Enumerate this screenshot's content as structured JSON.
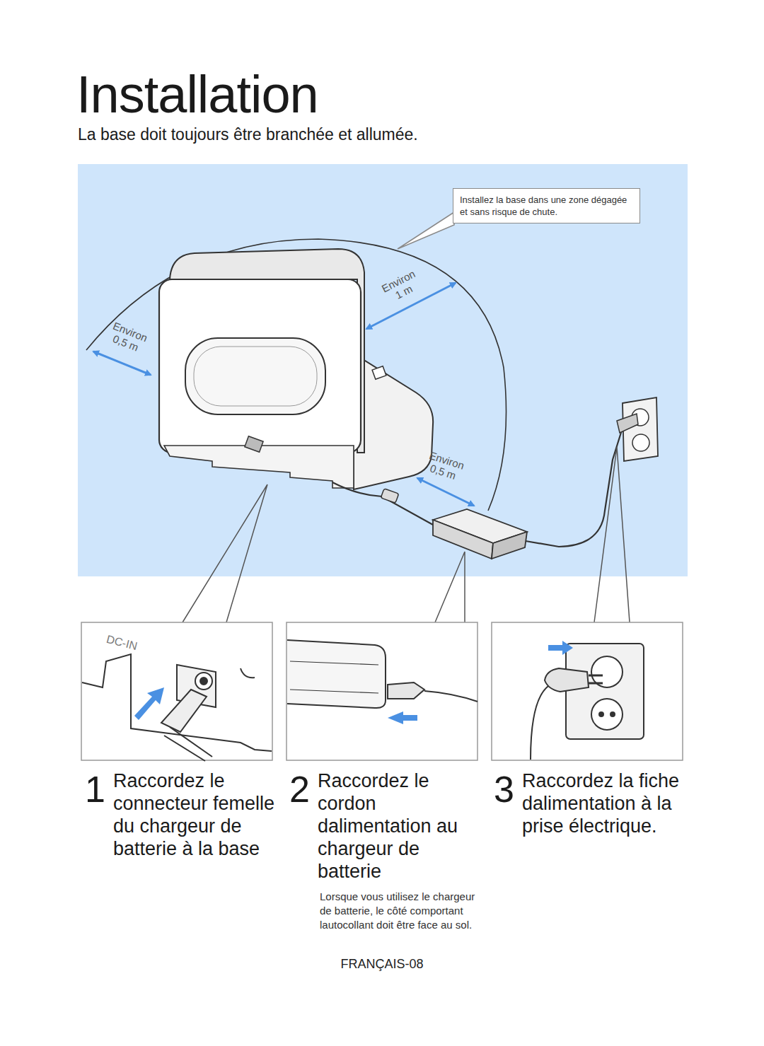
{
  "diagram": {
    "title": "Installation",
    "nodes": [
      {
        "text": [
          "Installez la base dans une zone dégagée et sans risque de chute."
        ]
      }
    ],
    "labels": [
      "La base doit toujours être branchée et allumée.",
      "Environ 0,5 m",
      "Environ 1 m",
      "Environ 0,5 m",
      "DC-IN",
      "1",
      "Raccordez le connecteur femelle du chargeur de batterie à la base",
      "2",
      "Raccordez le cordon dalimentation au chargeur de batterie",
      "Lorsque vous utilisez le chargeur de batterie, le côté comportant lautocollant doit être face au sol.",
      "3",
      "Raccordez la fiche dalimentation à la prise électrique.",
      "FRANÇAIS-08"
    ]
  }
}
